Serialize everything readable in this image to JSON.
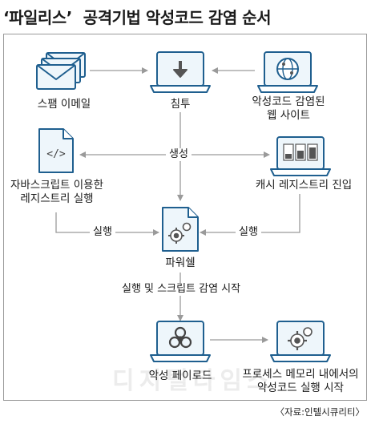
{
  "title": {
    "quoted": "‘파일리스’",
    "rest": "공격기법 악성코드 감염 순서"
  },
  "nodes": {
    "spam_email": "스팸 이메일",
    "infiltration": "침투",
    "infected_site_line1": "악성코드 감염된",
    "infected_site_line2": "웹 사이트",
    "js_registry_line1": "자바스크립트 이용한",
    "js_registry_line2": "레지스트리 실행",
    "cache_registry": "캐시 레지스트리 진입",
    "powershell": "파워쉘",
    "malicious_payload": "악성 페이로드",
    "process_memory_line1": "프로세스 메모리 내에서의",
    "process_memory_line2": "악성코드 실행 시작"
  },
  "edges": {
    "generate": "생성",
    "execute_left": "실행",
    "execute_right": "실행",
    "execute_script": "실행 및 스크립트 감염 시작"
  },
  "source": "〈자료:인텔시큐리티〉",
  "watermark": "디지털타임스",
  "colors": {
    "icon_stroke": "#1f5f8f",
    "icon_fill": "#eef6fb",
    "line": "#9a9a9a"
  }
}
